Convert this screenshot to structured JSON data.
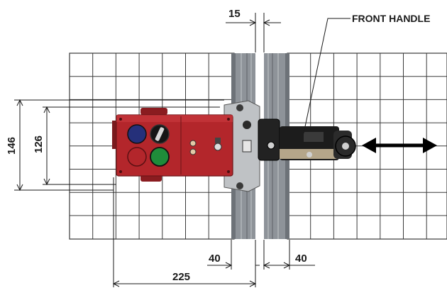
{
  "labels": {
    "front_handle": "FRONT HANDLE"
  },
  "dimensions": {
    "gap_top": "15",
    "height_outer": "146",
    "height_inner": "126",
    "offset_left": "40",
    "offset_right": "40",
    "width_total": "225"
  },
  "colors": {
    "grid_line": "#3a3a3a",
    "profile_gray": "#8e9399",
    "lock_body_red": "#b3262b",
    "button_blue": "#25307a",
    "button_green": "#1f8c3a",
    "handle_black": "#1c1c1c",
    "arrow_black": "#000000"
  },
  "icons": {
    "motion_arrow": "double-arrow-horizontal-icon"
  }
}
